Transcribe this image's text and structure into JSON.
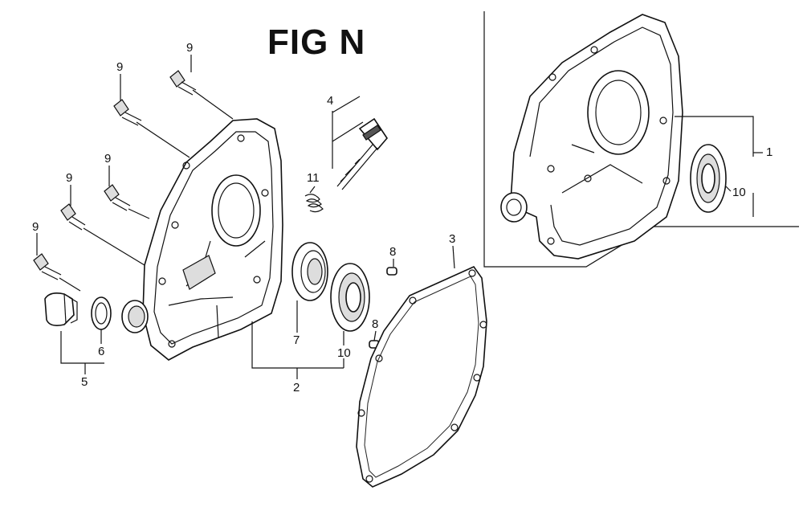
{
  "figure": {
    "title": "FIG N",
    "callouts": {
      "c1": "1",
      "c2": "2",
      "c3": "3",
      "c4": "4",
      "c5": "5",
      "c6": "6",
      "c7": "7",
      "c8a": "8",
      "c8b": "8",
      "c9a": "9",
      "c9b": "9",
      "c9c": "9",
      "c9d": "9",
      "c9e": "9",
      "c10a": "10",
      "c10b": "10",
      "c11": "11"
    }
  }
}
